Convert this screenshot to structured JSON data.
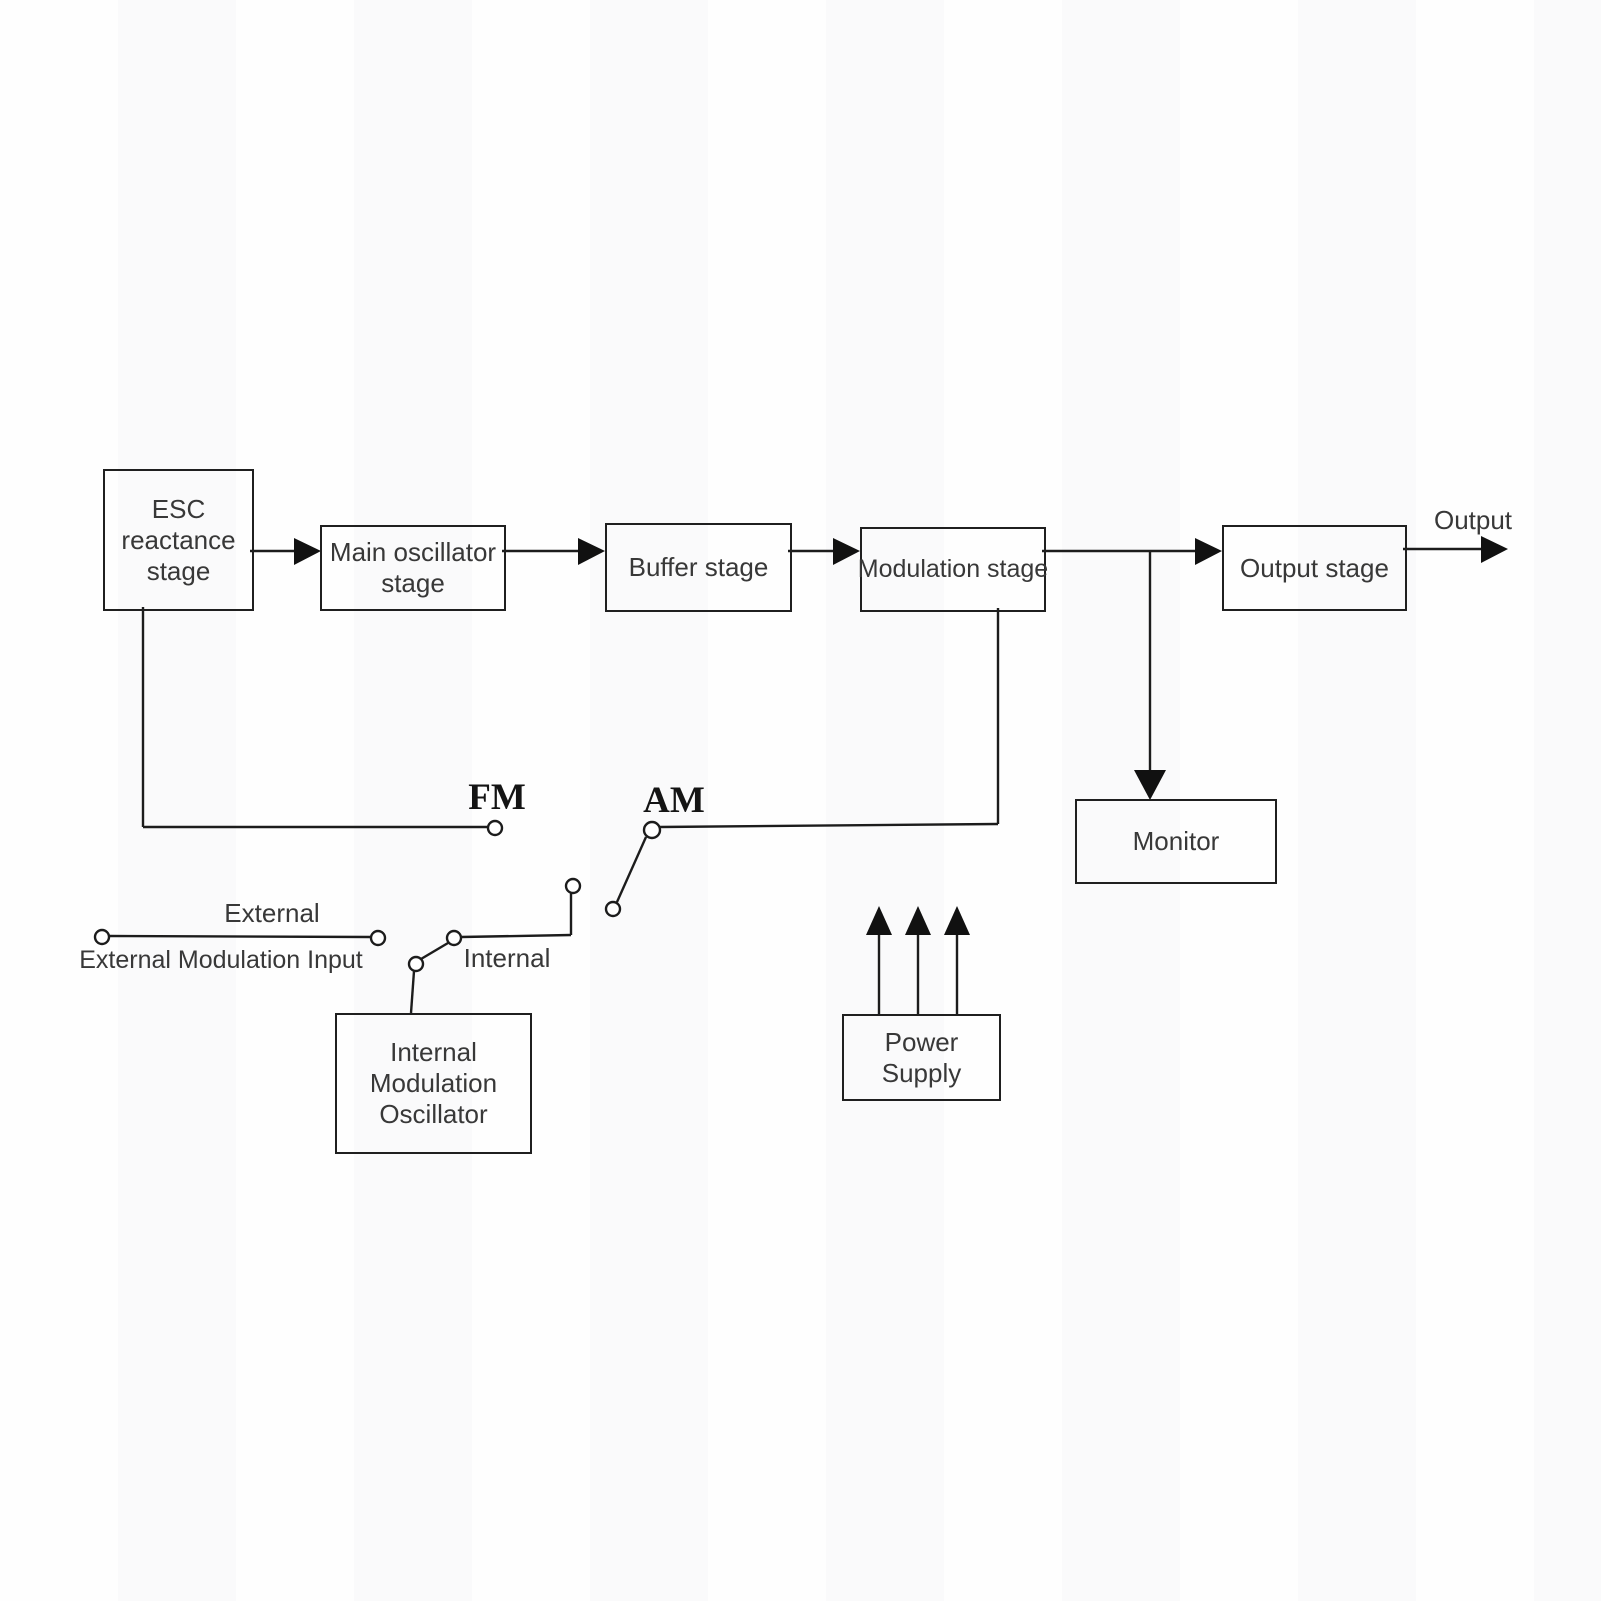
{
  "canvas": {
    "background": "#fefefe",
    "line_color": "#1c1c1c"
  },
  "boxes": {
    "esc": {
      "lines": [
        "ESC",
        "reactance",
        "stage"
      ]
    },
    "main_oscillator": {
      "lines": [
        "Main oscillator",
        "stage"
      ]
    },
    "buffer": {
      "label": "Buffer stage"
    },
    "modulation": {
      "label": "Modulation stage"
    },
    "output_stage": {
      "label": "Output stage"
    },
    "monitor": {
      "label": "Monitor"
    },
    "internal_modulation_oscillator": {
      "lines": [
        "Internal",
        "Modulation",
        "Oscillator"
      ]
    },
    "power_supply": {
      "lines": [
        "Power",
        "Supply"
      ]
    }
  },
  "labels": {
    "fm": "FM",
    "am": "AM",
    "output": "Output",
    "external": "External",
    "external_modulation_input": "External Modulation Input",
    "internal": "Internal"
  }
}
